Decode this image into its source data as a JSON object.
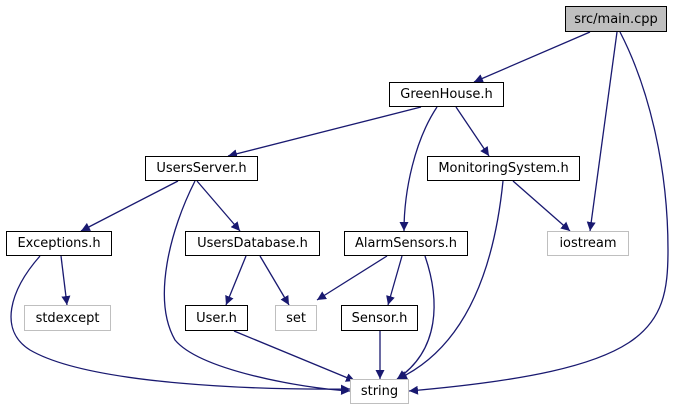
{
  "colors": {
    "edge": "#191970",
    "root_fill": "#bfbfbf",
    "node_border": "#000000",
    "system_border": "#bfbfbf",
    "background": "#ffffff"
  },
  "nodes": {
    "main_cpp": "src/main.cpp",
    "greenhouse_h": "GreenHouse.h",
    "usersserver_h": "UsersServer.h",
    "monitoringsystem_h": "MonitoringSystem.h",
    "exceptions_h": "Exceptions.h",
    "usersdatabase_h": "UsersDatabase.h",
    "alarmsensors_h": "AlarmSensors.h",
    "iostream": "iostream",
    "stdexcept": "stdexcept",
    "user_h": "User.h",
    "set": "set",
    "sensor_h": "Sensor.h",
    "string": "string"
  },
  "edges": [
    [
      "main_cpp",
      "greenhouse_h"
    ],
    [
      "main_cpp",
      "iostream"
    ],
    [
      "main_cpp",
      "string"
    ],
    [
      "greenhouse_h",
      "usersserver_h"
    ],
    [
      "greenhouse_h",
      "monitoringsystem_h"
    ],
    [
      "greenhouse_h",
      "alarmsensors_h"
    ],
    [
      "usersserver_h",
      "exceptions_h"
    ],
    [
      "usersserver_h",
      "usersdatabase_h"
    ],
    [
      "usersserver_h",
      "string"
    ],
    [
      "monitoringsystem_h",
      "iostream"
    ],
    [
      "monitoringsystem_h",
      "string"
    ],
    [
      "exceptions_h",
      "stdexcept"
    ],
    [
      "exceptions_h",
      "string"
    ],
    [
      "usersdatabase_h",
      "user_h"
    ],
    [
      "usersdatabase_h",
      "set"
    ],
    [
      "alarmsensors_h",
      "set"
    ],
    [
      "alarmsensors_h",
      "sensor_h"
    ],
    [
      "alarmsensors_h",
      "string"
    ],
    [
      "user_h",
      "string"
    ],
    [
      "sensor_h",
      "string"
    ]
  ]
}
